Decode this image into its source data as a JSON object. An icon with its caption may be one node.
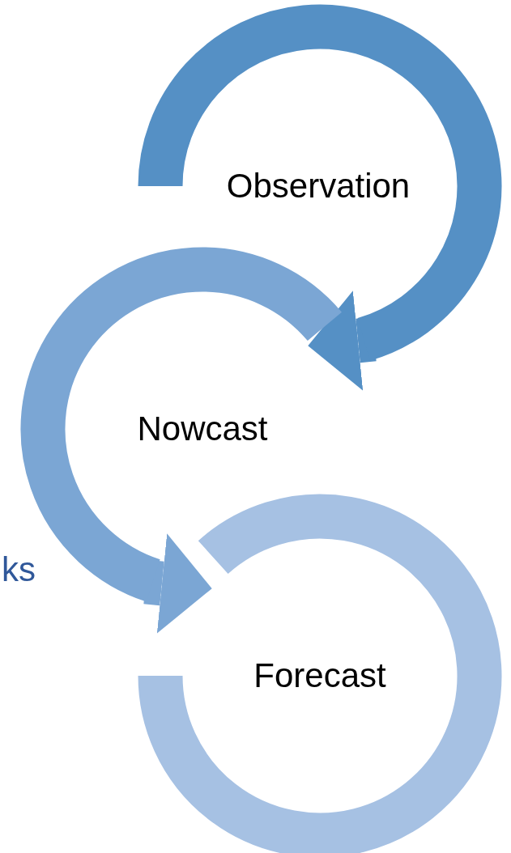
{
  "diagram": {
    "nodes": [
      {
        "text": [
          "Observation"
        ]
      },
      {
        "text": [
          "Nowcast"
        ]
      },
      {
        "text": [
          "Forecast"
        ]
      }
    ],
    "edges": [
      {
        "from": 0,
        "to": 1,
        "arrow": "to",
        "color": "#5590c5"
      },
      {
        "from": 1,
        "to": 2,
        "arrow": "to",
        "color": "#7ba6d4"
      }
    ],
    "labels": [
      "ks"
    ]
  }
}
